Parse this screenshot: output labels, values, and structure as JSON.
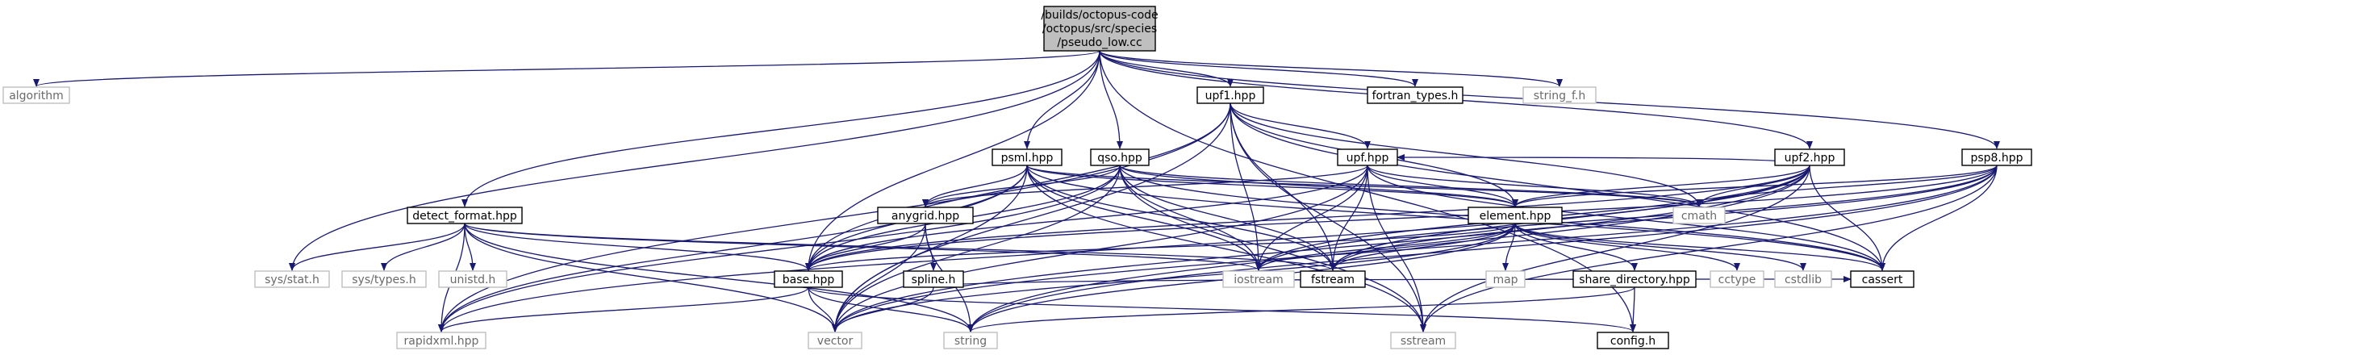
{
  "graph": {
    "root": [
      "/builds/octopus-code",
      "/octopus/src/species",
      "/pseudo_low.cc"
    ],
    "nodes": {
      "root": "/builds/octopus-code/octopus/src/species/pseudo_low.cc",
      "algorithm": "algorithm",
      "sys_stat": "sys/stat.h",
      "detect_format": "detect_format.hpp",
      "base": "base.hpp",
      "psml": "psml.hpp",
      "qso": "qso.hpp",
      "upf1": "upf1.hpp",
      "fortran_types": "fortran_types.h",
      "string_f": "string_f.h",
      "upf": "upf.hpp",
      "upf2": "upf2.hpp",
      "psp8": "psp8.hpp",
      "element": "element.hpp",
      "anygrid": "anygrid.hpp",
      "cmath": "cmath",
      "sys_types": "sys/types.h",
      "unistd": "unistd.h",
      "spline": "spline.h",
      "iostream": "iostream",
      "fstream": "fstream",
      "map": "map",
      "share_directory": "share_directory.hpp",
      "cctype": "cctype",
      "cstdlib": "cstdlib",
      "cassert": "cassert",
      "rapidxml": "rapidxml.hpp",
      "vector": "vector",
      "string": "string",
      "sstream": "sstream",
      "config": "config.h"
    },
    "edges": [
      [
        "root",
        "algorithm"
      ],
      [
        "root",
        "sys_stat"
      ],
      [
        "root",
        "detect_format"
      ],
      [
        "root",
        "base"
      ],
      [
        "root",
        "psml"
      ],
      [
        "root",
        "qso"
      ],
      [
        "root",
        "upf1"
      ],
      [
        "root",
        "fortran_types"
      ],
      [
        "root",
        "string_f"
      ],
      [
        "root",
        "upf2"
      ],
      [
        "root",
        "psp8"
      ],
      [
        "root",
        "config"
      ],
      [
        "detect_format",
        "sys_stat"
      ],
      [
        "detect_format",
        "sys_types"
      ],
      [
        "detect_format",
        "unistd"
      ],
      [
        "detect_format",
        "rapidxml"
      ],
      [
        "detect_format",
        "vector"
      ],
      [
        "detect_format",
        "base"
      ],
      [
        "detect_format",
        "string"
      ],
      [
        "detect_format",
        "fstream"
      ],
      [
        "detect_format",
        "iostream"
      ],
      [
        "base",
        "rapidxml"
      ],
      [
        "base",
        "vector"
      ],
      [
        "base",
        "string"
      ],
      [
        "base",
        "config"
      ],
      [
        "psml",
        "base"
      ],
      [
        "psml",
        "anygrid"
      ],
      [
        "psml",
        "element"
      ],
      [
        "psml",
        "vector"
      ],
      [
        "psml",
        "iostream"
      ],
      [
        "psml",
        "fstream"
      ],
      [
        "psml",
        "sstream"
      ],
      [
        "psml",
        "cassert"
      ],
      [
        "psml",
        "rapidxml"
      ],
      [
        "psml",
        "cmath"
      ],
      [
        "qso",
        "base"
      ],
      [
        "qso",
        "anygrid"
      ],
      [
        "qso",
        "element"
      ],
      [
        "qso",
        "vector"
      ],
      [
        "qso",
        "iostream"
      ],
      [
        "qso",
        "fstream"
      ],
      [
        "qso",
        "sstream"
      ],
      [
        "qso",
        "cassert"
      ],
      [
        "qso",
        "rapidxml"
      ],
      [
        "qso",
        "cmath"
      ],
      [
        "upf1",
        "upf"
      ],
      [
        "upf1",
        "base"
      ],
      [
        "upf1",
        "element"
      ],
      [
        "upf1",
        "iostream"
      ],
      [
        "upf1",
        "fstream"
      ],
      [
        "upf1",
        "vector"
      ],
      [
        "upf1",
        "cmath"
      ],
      [
        "upf1",
        "cassert"
      ],
      [
        "upf1",
        "sstream"
      ],
      [
        "upf1",
        "rapidxml"
      ],
      [
        "upf",
        "base"
      ],
      [
        "upf",
        "anygrid"
      ],
      [
        "upf",
        "element"
      ],
      [
        "upf",
        "vector"
      ],
      [
        "upf",
        "iostream"
      ],
      [
        "upf",
        "fstream"
      ],
      [
        "upf",
        "sstream"
      ],
      [
        "upf",
        "cassert"
      ],
      [
        "upf",
        "cmath"
      ],
      [
        "upf2",
        "upf"
      ],
      [
        "upf2",
        "base"
      ],
      [
        "upf2",
        "element"
      ],
      [
        "upf2",
        "iostream"
      ],
      [
        "upf2",
        "fstream"
      ],
      [
        "upf2",
        "vector"
      ],
      [
        "upf2",
        "cmath"
      ],
      [
        "upf2",
        "cassert"
      ],
      [
        "upf2",
        "sstream"
      ],
      [
        "upf2",
        "rapidxml"
      ],
      [
        "upf2",
        "string"
      ],
      [
        "psp8",
        "base"
      ],
      [
        "psp8",
        "element"
      ],
      [
        "psp8",
        "iostream"
      ],
      [
        "psp8",
        "fstream"
      ],
      [
        "psp8",
        "vector"
      ],
      [
        "psp8",
        "cmath"
      ],
      [
        "psp8",
        "cassert"
      ],
      [
        "psp8",
        "sstream"
      ],
      [
        "psp8",
        "string"
      ],
      [
        "anygrid",
        "base"
      ],
      [
        "anygrid",
        "spline"
      ],
      [
        "anygrid",
        "vector"
      ],
      [
        "anygrid",
        "string"
      ],
      [
        "spline",
        "vector"
      ],
      [
        "spline",
        "cassert"
      ],
      [
        "element",
        "base"
      ],
      [
        "element",
        "iostream"
      ],
      [
        "element",
        "fstream"
      ],
      [
        "element",
        "map"
      ],
      [
        "element",
        "share_directory"
      ],
      [
        "element",
        "cctype"
      ],
      [
        "element",
        "cstdlib"
      ],
      [
        "element",
        "cassert"
      ],
      [
        "element",
        "vector"
      ],
      [
        "element",
        "string"
      ],
      [
        "share_directory",
        "string"
      ],
      [
        "share_directory",
        "config"
      ]
    ]
  }
}
